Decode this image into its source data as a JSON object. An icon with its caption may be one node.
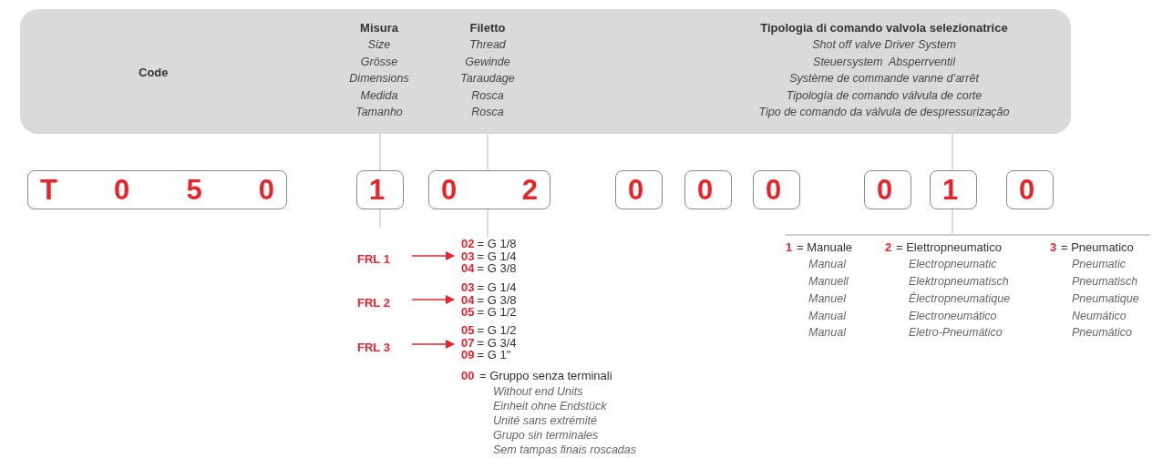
{
  "diagram": {
    "nodes": [
      {
        "text": [
          "Code"
        ]
      },
      {
        "text": [
          "Misura",
          "Size",
          "Grösse",
          "Dimensions",
          "Medida",
          "Tamanho"
        ],
        "in": 0
      },
      {
        "text": [
          "Filetto",
          "Thread",
          "Gewinde",
          "Taraudage",
          "Rosca",
          "Rosca"
        ],
        "in": 0
      },
      {
        "text": [
          "Tipologia di comando valvola selezionatrice",
          "Shot off valve Driver System",
          "Steuersystem  Absperrventil",
          "Système de commande vanne d’arrêt",
          "Tipología de comando válvula de corte",
          "Tipo de comando da válvula de despressurização"
        ],
        "in": 0
      },
      {
        "text": [
          "T",
          "0",
          "5",
          "0"
        ]
      },
      {
        "text": [
          "1"
        ]
      },
      {
        "text": [
          "0",
          "2"
        ]
      },
      {
        "text": [
          "0"
        ]
      },
      {
        "text": [
          "0"
        ]
      },
      {
        "text": [
          "0"
        ]
      },
      {
        "text": [
          "0"
        ]
      },
      {
        "text": [
          "1"
        ]
      },
      {
        "text": [
          "0"
        ]
      },
      {
        "text": [
          "FRL 1"
        ]
      },
      {
        "text": [
          "02",
          "= G 1/8",
          "03",
          "= G 1/4",
          "04",
          "= G 3/8"
        ]
      },
      {
        "text": [
          "FRL 2"
        ]
      },
      {
        "text": [
          "03",
          "= G 1/4",
          "04",
          "= G 3/8",
          "05",
          "= G 1/2"
        ]
      },
      {
        "text": [
          "FRL 3"
        ]
      },
      {
        "text": [
          "05",
          "= G 1/2",
          "07",
          "= G 3/4",
          "09",
          "= G 1\""
        ]
      },
      {
        "text": [],
        "shape": "bar"
      }
    ],
    "edges": [
      {
        "from": 1,
        "to": 5,
        "arrow": "none"
      },
      {
        "from": 2,
        "to": 6,
        "arrow": "none"
      },
      {
        "from": 3,
        "to": 11,
        "arrow": "none"
      },
      {
        "from": 5,
        "to": null,
        "arrow": "none"
      },
      {
        "from": 6,
        "to": 14,
        "arrow": "none"
      },
      {
        "from": 11,
        "to": 19,
        "arrow": "none"
      },
      {
        "from": 13,
        "to": 14,
        "arrow": "to",
        "color": "#e8232a"
      },
      {
        "from": 15,
        "to": 16,
        "arrow": "to",
        "color": "#e8232a"
      },
      {
        "from": 17,
        "to": 18,
        "arrow": "to",
        "color": "#e8232a"
      }
    ],
    "labels": [
      "00",
      "= Gruppo senza terminali",
      "Without end Units",
      "Einheit ohne Endstück",
      "Unité sans extrémité",
      "Grupo sin terminales",
      "Sem tampas finais roscadas",
      "1",
      "= Manuale",
      "Manual",
      "Manuell",
      "Manuel",
      "Manual",
      "Manual",
      "2",
      "= Elettropneumatico",
      "Electropneumatic",
      "Elektropneumatisch",
      "Électropneumatique",
      "Electroneumático",
      "Eletro-Pneumático",
      "3",
      "= Pneumatico",
      "Pneumatic",
      "Pneumatisch",
      "Pneumatique",
      "Neumático",
      "Pneumático"
    ]
  }
}
